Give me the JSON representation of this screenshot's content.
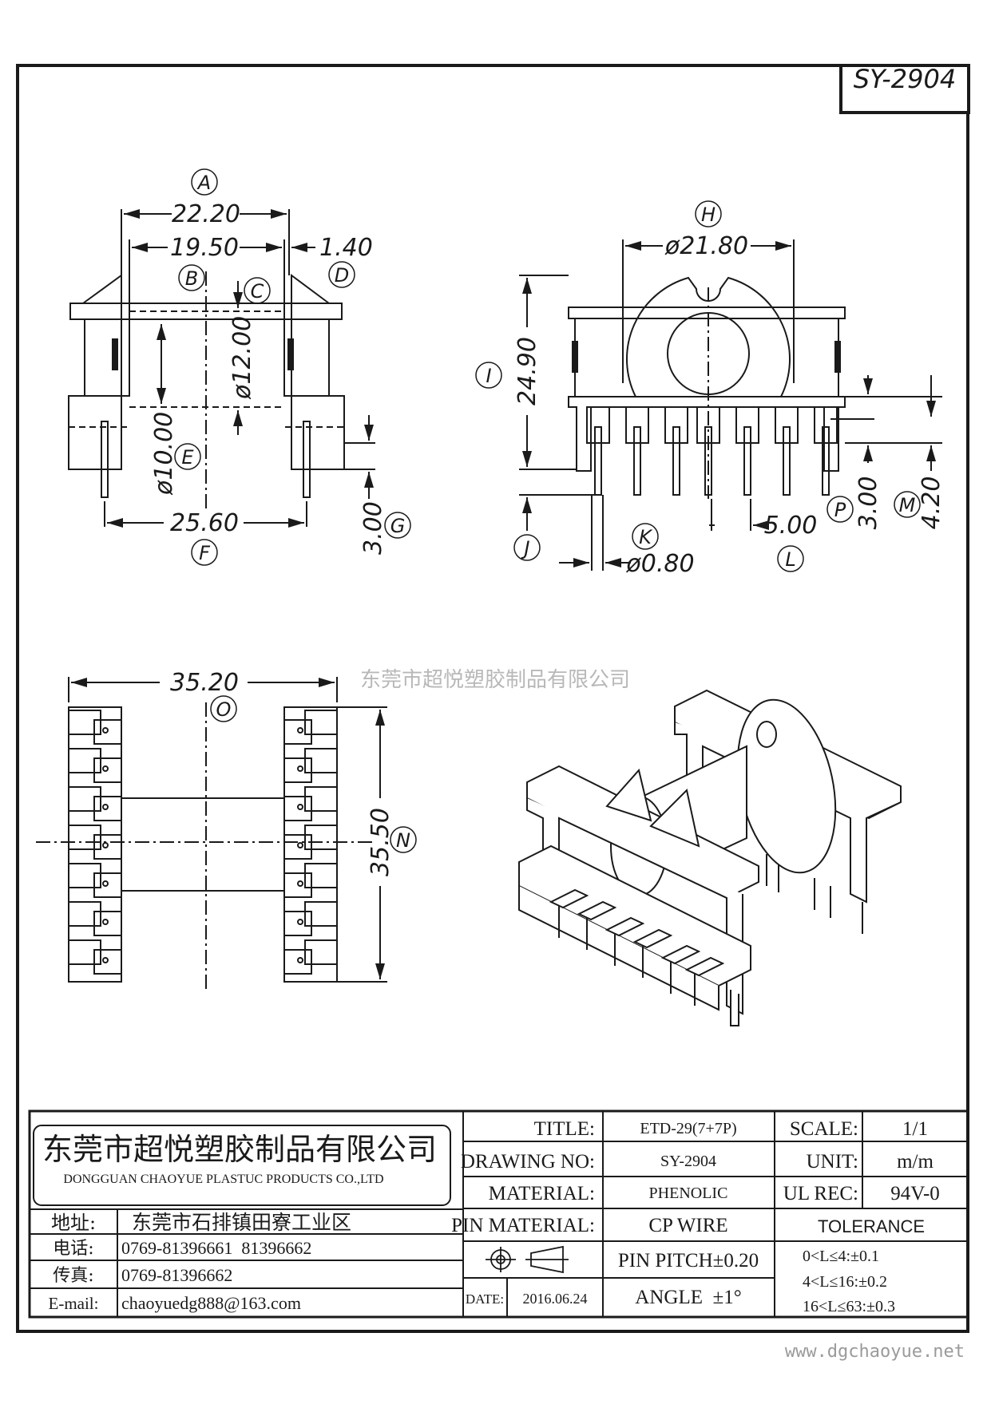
{
  "drawing_code": "SY-2904",
  "watermark": "东莞市超悦塑胶制品有限公司",
  "website": "www.dgchaoyue.net",
  "front_view": {
    "dims": [
      "22.20",
      "19.50",
      "1.40",
      "ø12.00",
      "ø10.00",
      "25.60",
      "3.00"
    ],
    "labels": [
      "A",
      "B",
      "C",
      "D",
      "E",
      "F",
      "G"
    ]
  },
  "side_view": {
    "dims": [
      "ø21.80",
      "24.90",
      "ø0.80",
      "5.00",
      "3.00",
      "4.20"
    ],
    "labels": [
      "H",
      "I",
      "J",
      "K",
      "L",
      "P",
      "M"
    ]
  },
  "bottom_view": {
    "dims": [
      "35.20",
      "35.50"
    ],
    "labels": [
      "O",
      "N"
    ]
  },
  "company": {
    "name_cn": "东莞市超悦塑胶制品有限公司",
    "name_en": "DONGGUAN CHAOYUE PLASTUC PRODUCTS CO.,LTD"
  },
  "contact": {
    "address_label": "地址:",
    "address": "东莞市石排镇田寮工业区",
    "phone_label": "电话:",
    "phone": "0769-81396661  81396662",
    "fax_label": "传真:",
    "fax": "0769-81396662",
    "email_label": "E-mail:",
    "email": "chaoyuedg888@163.com"
  },
  "spec": {
    "title_label": "TITLE:",
    "title": "ETD-29(7+7P)",
    "drawing_no_label": "DRAWING NO:",
    "drawing_no": "SY-2904",
    "material_label": "MATERIAL:",
    "material": "PHENOLIC",
    "pin_material_label": "PIN MATERIAL:",
    "pin_material": "CP WIRE",
    "pin_pitch": "PIN PITCH±0.20",
    "date_label": "DATE:",
    "date": "2016.06.24",
    "angle": "ANGLE  ±1°",
    "scale_label": "SCALE:",
    "scale": "1/1",
    "unit_label": "UNIT:",
    "unit": "m/m",
    "ul_rec_label": "UL REC:",
    "ul_rec": "94V-0",
    "tolerance_label": "TOLERANCE",
    "tolerance": [
      "0<L≤4:±0.1",
      "4<L≤16:±0.2",
      "16<L≤63:±0.3"
    ]
  }
}
